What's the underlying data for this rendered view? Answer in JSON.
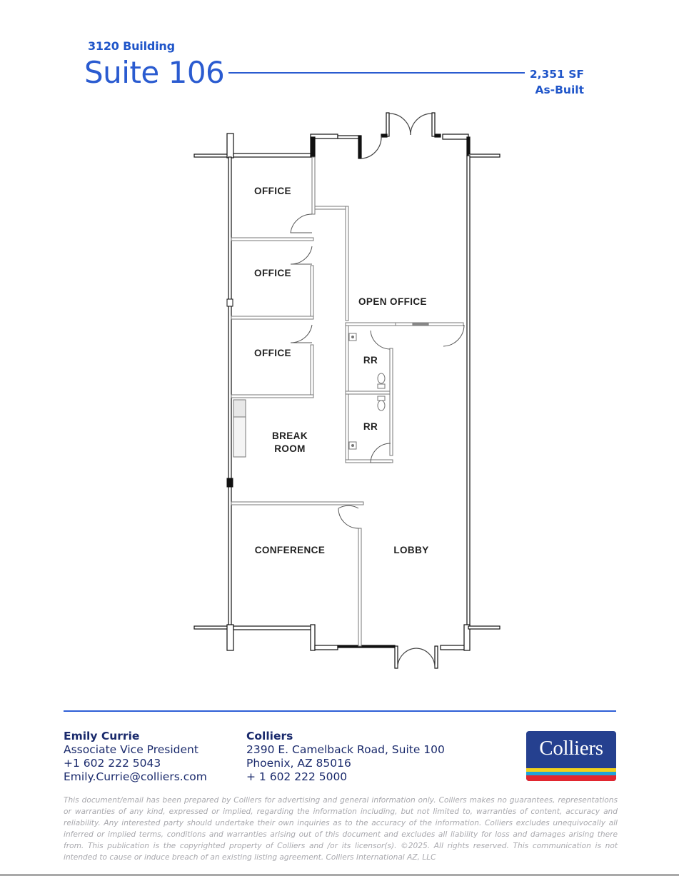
{
  "header": {
    "building": "3120 Building",
    "suite_title": "Suite 106",
    "square_feet": "2,351 SF",
    "status": "As-Built",
    "accent_color": "#2a5bd0"
  },
  "floor_plan": {
    "rooms": [
      {
        "id": "office-1",
        "label": "OFFICE"
      },
      {
        "id": "office-2",
        "label": "OFFICE"
      },
      {
        "id": "office-3",
        "label": "OFFICE"
      },
      {
        "id": "open-office",
        "label": "OPEN OFFICE"
      },
      {
        "id": "restroom-1",
        "label": "RR"
      },
      {
        "id": "restroom-2",
        "label": "RR"
      },
      {
        "id": "break-room",
        "label_line1": "BREAK",
        "label_line2": "ROOM"
      },
      {
        "id": "conference",
        "label": "CONFERENCE"
      },
      {
        "id": "lobby",
        "label": "LOBBY"
      }
    ]
  },
  "footer": {
    "agent": {
      "name": "Emily Currie",
      "title": "Associate Vice President",
      "phone": "+1 602 222 5043",
      "email": "Emily.Currie@colliers.com"
    },
    "company": {
      "name": "Colliers",
      "address_line1": "2390 E. Camelback Road, Suite 100",
      "address_line2": "Phoenix, AZ 85016",
      "phone": "+ 1 602 222 5000"
    },
    "logo": {
      "text": "Colliers",
      "bg_color": "#25408f",
      "stripe_colors": [
        "#f2d21b",
        "#1fa3d8",
        "#e1262f"
      ]
    },
    "disclaimer": "This document/email has been prepared by Colliers for advertising and general information only. Colliers makes no guarantees, representations or warranties of any kind, expressed or implied, regarding the information including, but not limited to, warranties of content, accuracy and reliability. Any interested party should undertake their own inquiries as to the accuracy of the information. Colliers excludes unequivocally all inferred or implied  terms, conditions and warranties arising out of this document and excludes all liability for loss and damages arising there from. This publication is the copyrighted property of Colliers and /or its licensor(s). ©2025. All rights reserved. This communication is not intended to cause or induce breach of an existing listing agreement. Colliers International AZ, LLC"
  }
}
